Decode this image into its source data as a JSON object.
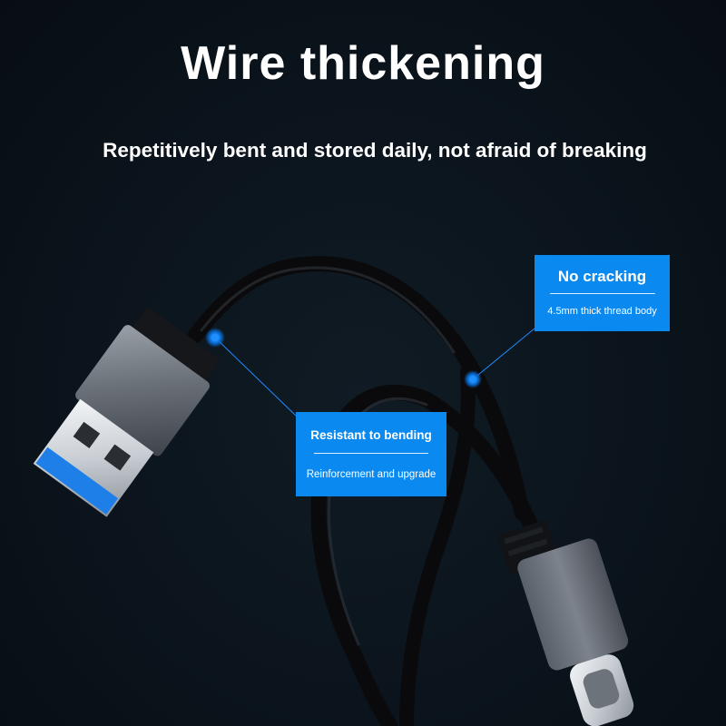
{
  "headline": "Wire thickening",
  "tagline": "Repetitively bent and stored daily, not afraid of breaking",
  "callouts": [
    {
      "title": "No cracking",
      "detail": "4.5mm thick thread body"
    },
    {
      "title": "Resistant to bending",
      "detail": "Reinforcement and upgrade"
    }
  ],
  "colors": {
    "background": "#0b141c",
    "accent_blue": "#0a8af0",
    "cable": "#0a0a0c",
    "connector_shell": "#6a7079",
    "usb_insert": "#1e7fe8"
  },
  "icons": [
    "usb-a-connector",
    "usb-c-connector",
    "marker-dot"
  ]
}
